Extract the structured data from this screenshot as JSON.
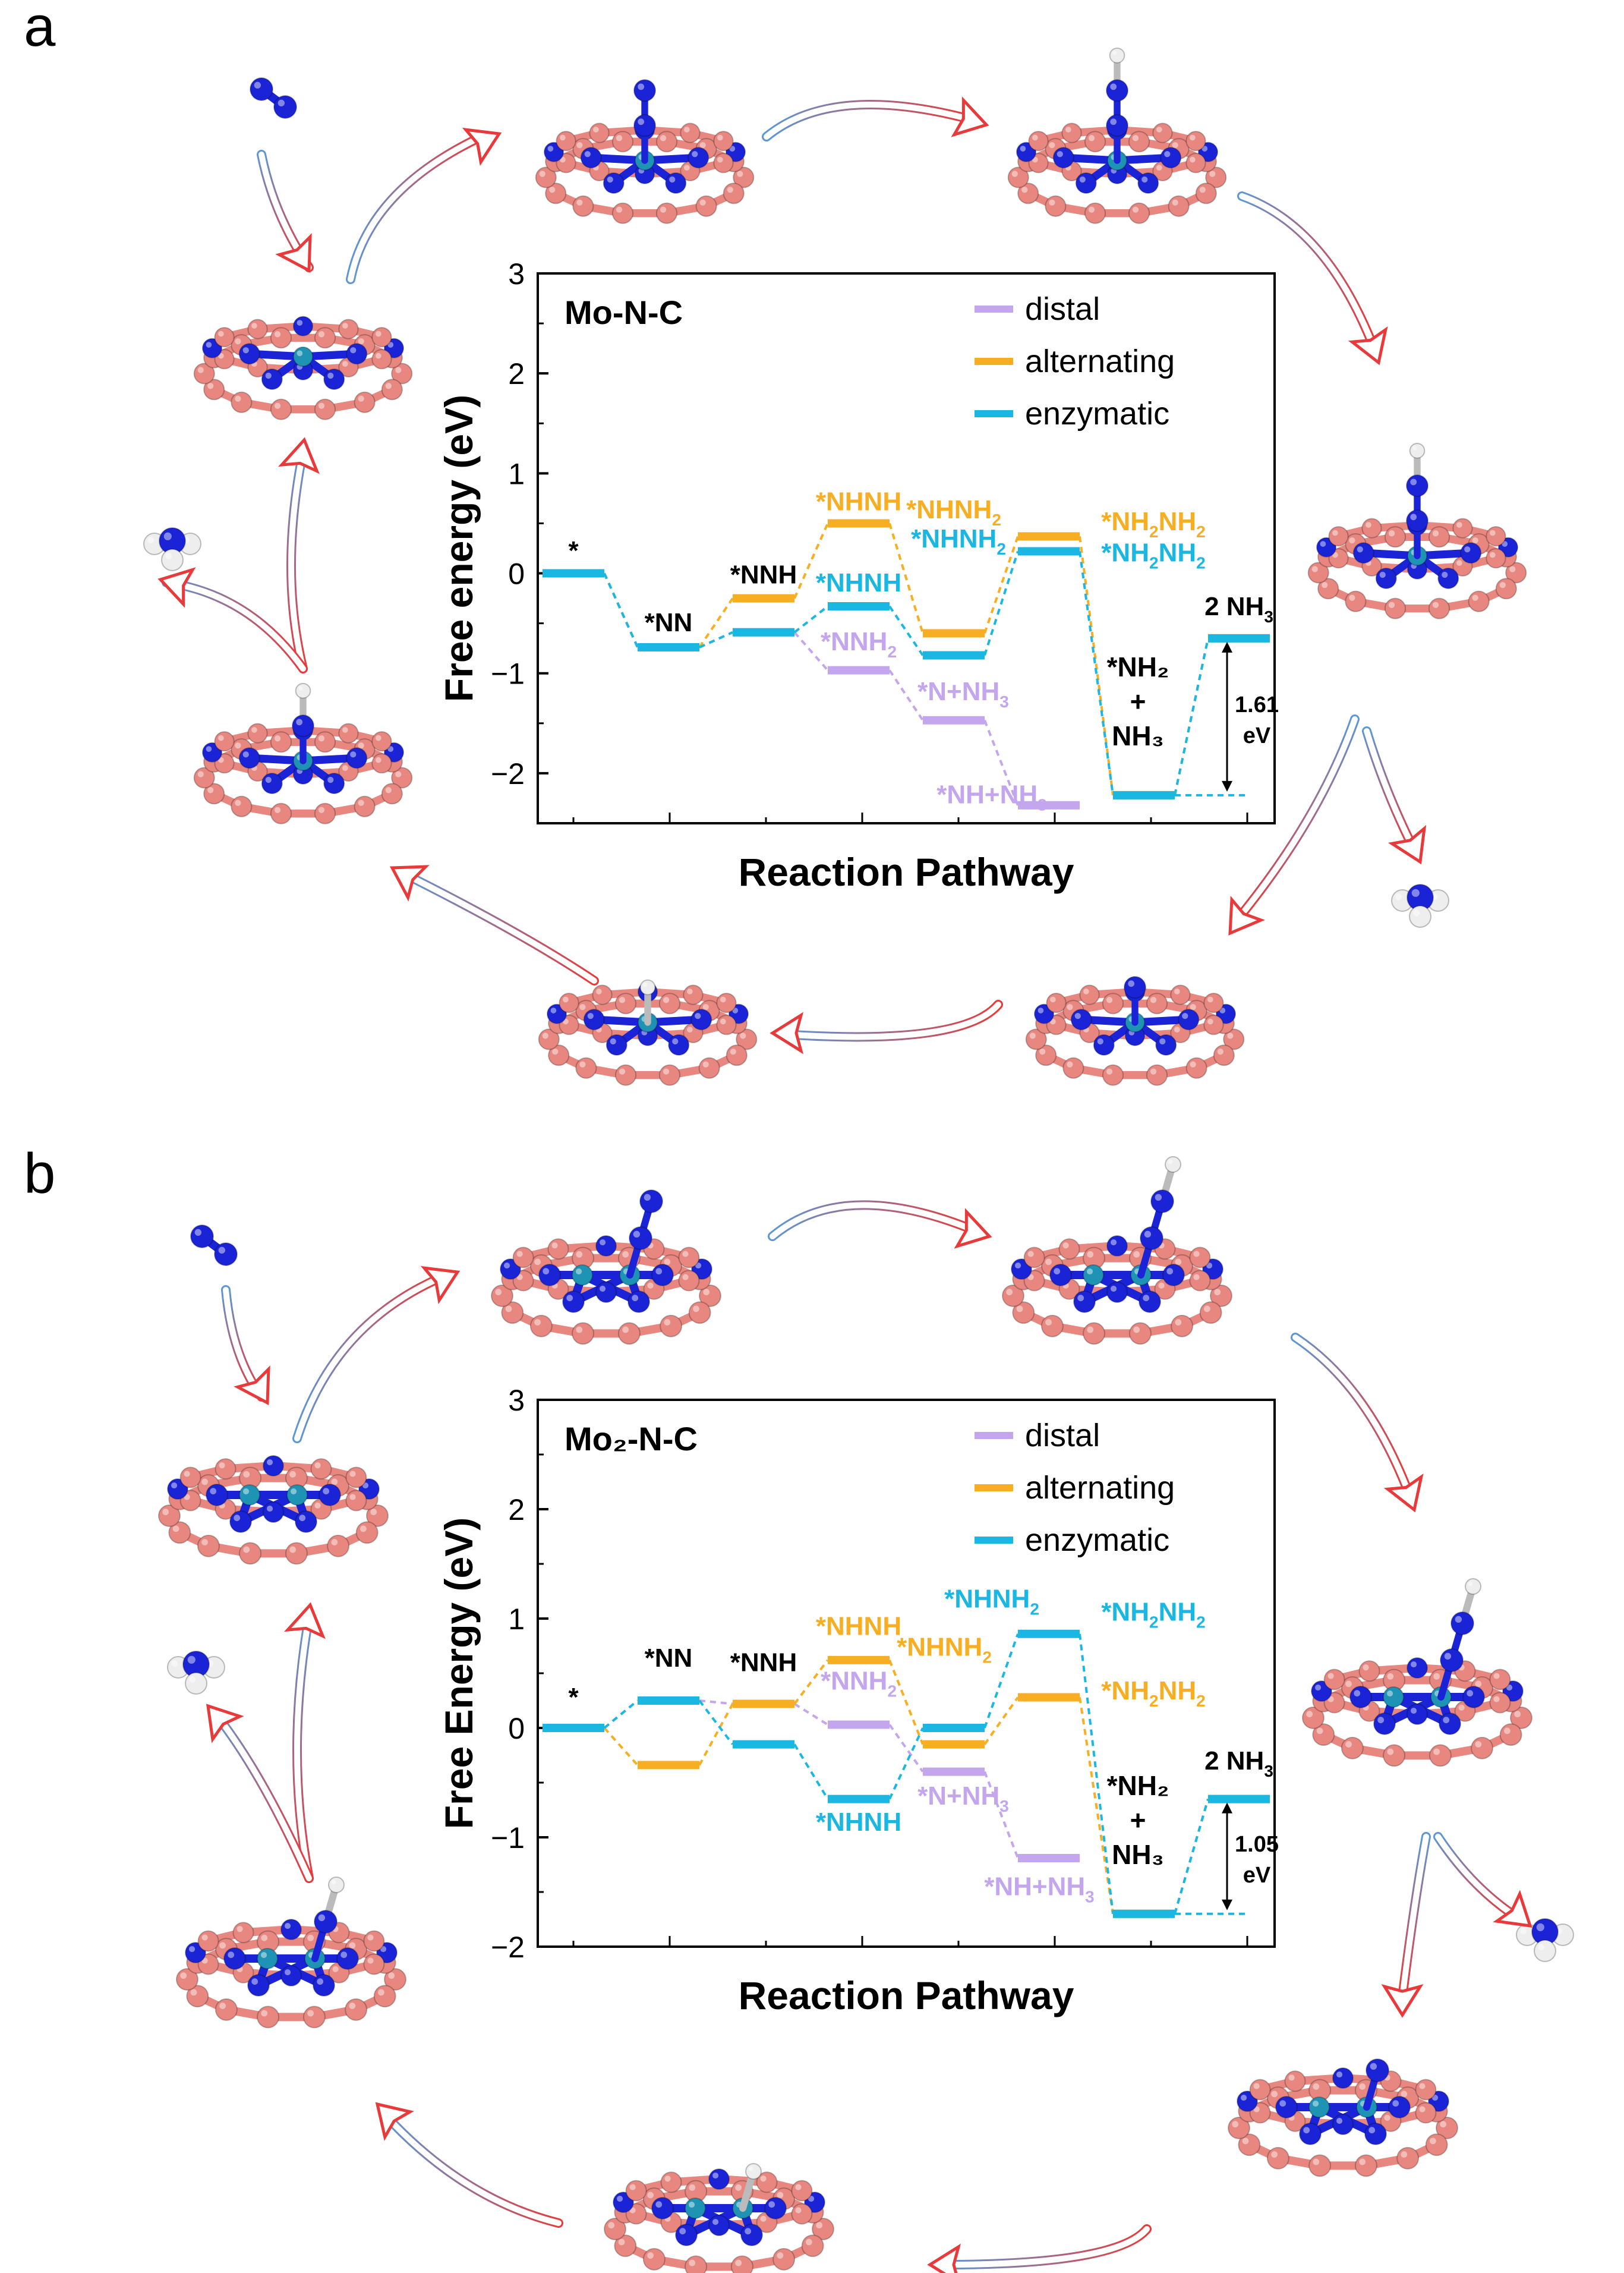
{
  "panels": [
    {
      "letter": "a",
      "ylabel": "Free energy (eV)",
      "xlabel": "Reaction Pathway",
      "catalyst_label": "Mo-N-C"
    },
    {
      "letter": "b",
      "ylabel": "Free Energy (eV)",
      "xlabel": "Reaction Pathway",
      "catalyst_label": "Mo₂-N-C"
    }
  ],
  "colors": {
    "distal": "#c3a6ee",
    "alternating": "#f7ae22",
    "enzymatic": "#1ab7e3",
    "carbon": "#e88780",
    "nitrogen": "#1a24d6",
    "metal": "#1e93b3",
    "hydrogen": "#eeeeee",
    "arrow_red": "#e83a3a",
    "arrow_blue": "#5d97d4"
  },
  "chart_data": [
    {
      "type": "energy-level diagram",
      "title": "Mo-N-C",
      "xlabel": "Reaction Pathway",
      "ylabel": "Free energy (eV)",
      "ylim": [
        -2.5,
        3
      ],
      "yticks": [
        3,
        2,
        1,
        0,
        -1,
        -2
      ],
      "legend": [
        "distal",
        "alternating",
        "enzymatic"
      ],
      "legend_position": "top-right",
      "annotation": "1.61 eV",
      "series": [
        {
          "name": "distal",
          "color_key": "distal",
          "steps": [
            0,
            1,
            2,
            3,
            4,
            5
          ],
          "values": [
            0.0,
            -0.74,
            -0.59,
            -0.97,
            -1.47,
            -2.32
          ]
        },
        {
          "name": "alternating",
          "color_key": "alternating",
          "steps": [
            0,
            1,
            2,
            3,
            4,
            5,
            6,
            7
          ],
          "values": [
            0.0,
            -0.74,
            -0.25,
            0.5,
            -0.6,
            0.37,
            -2.22,
            -0.65
          ]
        },
        {
          "name": "enzymatic",
          "color_key": "enzymatic",
          "steps": [
            0,
            1,
            2,
            3,
            4,
            5,
            6,
            7
          ],
          "values": [
            0.0,
            -0.74,
            -0.59,
            -0.33,
            -0.82,
            0.22,
            -2.22,
            -0.65
          ]
        }
      ],
      "labels": [
        {
          "text": "*",
          "step": 0,
          "y": 0.14,
          "color": "#000000"
        },
        {
          "text": "*NN",
          "step": 1,
          "y": -0.58,
          "color": "#000000"
        },
        {
          "text": "*NNH",
          "step": 2,
          "y": -0.1,
          "color": "#000000"
        },
        {
          "text": "*NHNH",
          "step": 3,
          "y": 0.63,
          "color": "#f7ae22"
        },
        {
          "text": "*NHNH",
          "sub": "2",
          "step": 4,
          "y": 0.55,
          "color": "#f7ae22"
        },
        {
          "text": "*NHNH",
          "sub": "2",
          "step": 4.05,
          "y": 0.26,
          "color": "#1ab7e3"
        },
        {
          "text": "*NHNH",
          "step": 3,
          "y": -0.18,
          "color": "#1ab7e3"
        },
        {
          "text": "*NNH",
          "sub": "2",
          "step": 3,
          "y": -0.77,
          "color": "#c3a6ee"
        },
        {
          "text": "*N+NH",
          "sub": "3",
          "step": 4.1,
          "y": -1.27,
          "color": "#c3a6ee"
        },
        {
          "text": "*NH+NH",
          "sub": "3",
          "step": 4.4,
          "y": -2.3,
          "color": "#c3a6ee"
        },
        {
          "text": "*NH",
          "sub": "2",
          "text2": "NH",
          "sub2": "2",
          "step": 6.1,
          "y": 0.43,
          "color": "#f7ae22"
        },
        {
          "text": "*NH",
          "sub": "2",
          "text2": "NH",
          "sub2": "2",
          "step": 6.1,
          "y": 0.12,
          "color": "#1ab7e3"
        },
        {
          "text": "2 NH",
          "sub": "3",
          "step": 7,
          "y": -0.42,
          "color": "#000000"
        }
      ]
    },
    {
      "type": "energy-level diagram",
      "title": "Mo₂-N-C",
      "xlabel": "Reaction Pathway",
      "ylabel": "Free Energy (eV)",
      "ylim": [
        -2,
        3
      ],
      "yticks": [
        3,
        2,
        1,
        0,
        -1,
        -2
      ],
      "legend": [
        "distal",
        "alternating",
        "enzymatic"
      ],
      "legend_position": "top-right",
      "annotation": "1.05 eV",
      "series": [
        {
          "name": "distal",
          "color_key": "distal",
          "steps": [
            0,
            1,
            2,
            3,
            4,
            5
          ],
          "values": [
            0.0,
            0.25,
            0.22,
            0.03,
            -0.4,
            -1.19
          ]
        },
        {
          "name": "alternating",
          "color_key": "alternating",
          "steps": [
            0,
            1,
            2,
            3,
            4,
            5,
            6,
            7
          ],
          "values": [
            0.0,
            -0.34,
            0.22,
            0.62,
            -0.15,
            0.28,
            -1.7,
            -0.65
          ]
        },
        {
          "name": "enzymatic",
          "color_key": "enzymatic",
          "steps": [
            0,
            1,
            2,
            3,
            4,
            5,
            6,
            7
          ],
          "values": [
            0.0,
            0.25,
            -0.15,
            -0.65,
            0.0,
            0.86,
            -1.7,
            -0.65
          ]
        }
      ],
      "labels": [
        {
          "text": "*",
          "step": 0,
          "y": 0.2,
          "color": "#000000"
        },
        {
          "text": "*NN",
          "step": 1,
          "y": 0.56,
          "color": "#000000"
        },
        {
          "text": "*NNH",
          "step": 2,
          "y": 0.52,
          "color": "#000000"
        },
        {
          "text": "*NHNH",
          "step": 3,
          "y": 0.85,
          "color": "#f7ae22"
        },
        {
          "text": "*NHNH",
          "sub": "2",
          "step": 3.9,
          "y": 0.66,
          "color": "#f7ae22"
        },
        {
          "text": "*NHNH",
          "sub": "2",
          "step": 4.4,
          "y": 1.1,
          "color": "#1ab7e3"
        },
        {
          "text": "*NNH",
          "sub": "2",
          "step": 3,
          "y": 0.35,
          "color": "#c3a6ee"
        },
        {
          "text": "*NHNH",
          "step": 3,
          "y": -0.94,
          "color": "#1ab7e3"
        },
        {
          "text": "*N+NH",
          "sub": "3",
          "step": 4.1,
          "y": -0.7,
          "color": "#c3a6ee"
        },
        {
          "text": "*NH+NH",
          "sub": "3",
          "step": 4.9,
          "y": -1.53,
          "color": "#c3a6ee"
        },
        {
          "text": "*NH",
          "sub": "2",
          "text2": "NH",
          "sub2": "2",
          "step": 6.1,
          "y": 0.98,
          "color": "#1ab7e3"
        },
        {
          "text": "*NH",
          "sub": "2",
          "text2": "NH",
          "sub2": "2",
          "step": 6.1,
          "y": 0.26,
          "color": "#f7ae22"
        },
        {
          "text": "2 NH",
          "sub": "3",
          "step": 7,
          "y": -0.38,
          "color": "#000000"
        }
      ]
    }
  ]
}
